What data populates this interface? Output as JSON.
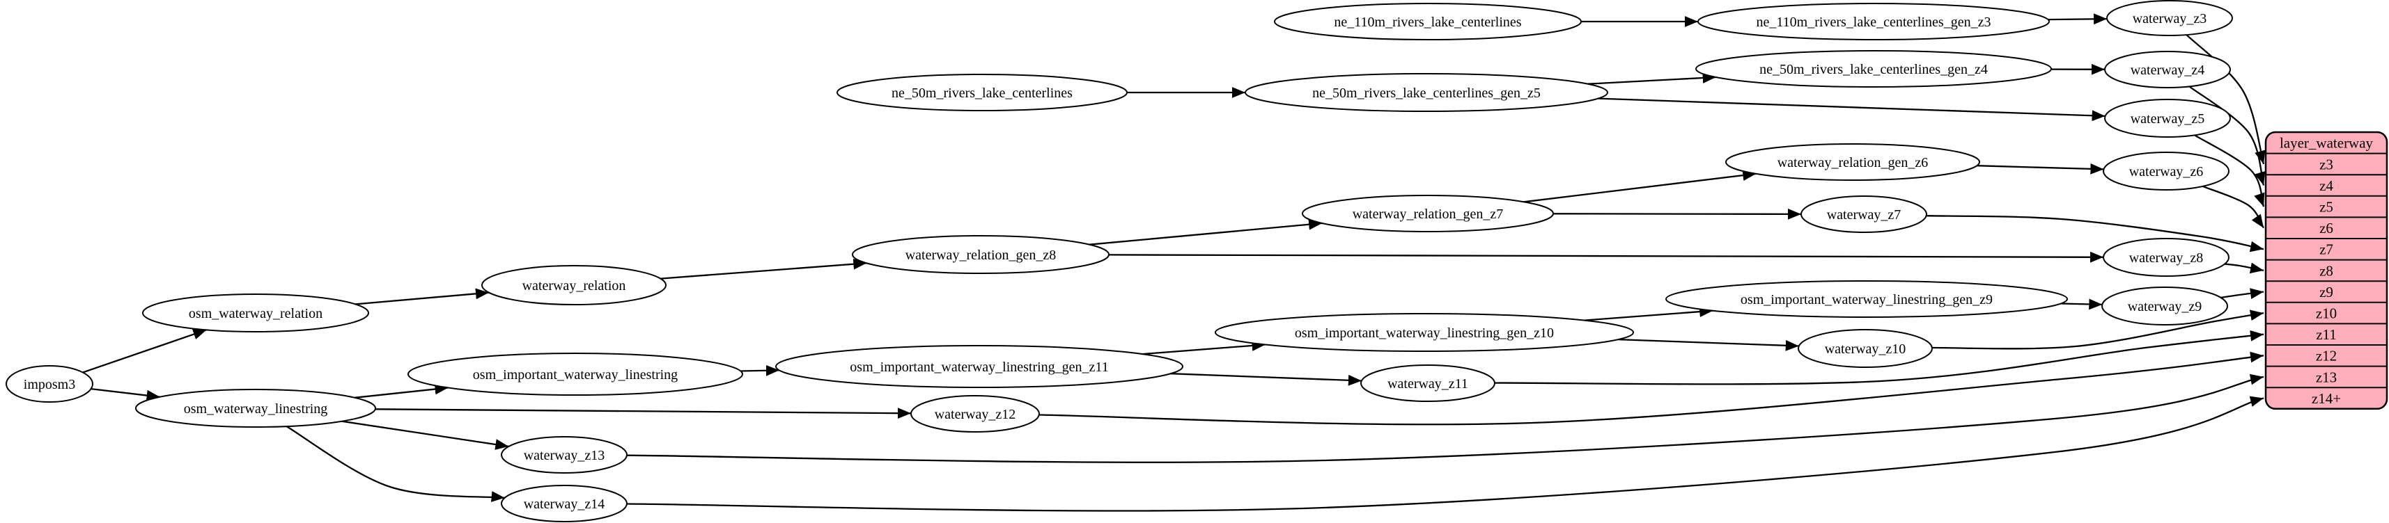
{
  "diagram": {
    "background": "#ffffff",
    "node_fill": "#ffffff",
    "node_stroke": "#000000",
    "edge_color": "#000000",
    "text_color": "#000000"
  },
  "nodes": [
    {
      "id": "imposm3",
      "label": "imposm3"
    },
    {
      "id": "osm_waterway_relation",
      "label": "osm_waterway_relation"
    },
    {
      "id": "osm_waterway_linestring",
      "label": "osm_waterway_linestring"
    },
    {
      "id": "waterway_relation",
      "label": "waterway_relation"
    },
    {
      "id": "waterway_relation_gen_z8",
      "label": "waterway_relation_gen_z8"
    },
    {
      "id": "waterway_relation_gen_z7",
      "label": "waterway_relation_gen_z7"
    },
    {
      "id": "waterway_relation_gen_z6",
      "label": "waterway_relation_gen_z6"
    },
    {
      "id": "ne_110m_rivers_lake_centerlines",
      "label": "ne_110m_rivers_lake_centerlines"
    },
    {
      "id": "ne_110m_rivers_lake_centerlines_gen_z3",
      "label": "ne_110m_rivers_lake_centerlines_gen_z3"
    },
    {
      "id": "ne_50m_rivers_lake_centerlines",
      "label": "ne_50m_rivers_lake_centerlines"
    },
    {
      "id": "ne_50m_rivers_lake_centerlines_gen_z5",
      "label": "ne_50m_rivers_lake_centerlines_gen_z5"
    },
    {
      "id": "ne_50m_rivers_lake_centerlines_gen_z4",
      "label": "ne_50m_rivers_lake_centerlines_gen_z4"
    },
    {
      "id": "osm_important_waterway_linestring",
      "label": "osm_important_waterway_linestring"
    },
    {
      "id": "osm_important_waterway_linestring_gen_z11",
      "label": "osm_important_waterway_linestring_gen_z11"
    },
    {
      "id": "osm_important_waterway_linestring_gen_z10",
      "label": "osm_important_waterway_linestring_gen_z10"
    },
    {
      "id": "osm_important_waterway_linestring_gen_z9",
      "label": "osm_important_waterway_linestring_gen_z9"
    },
    {
      "id": "waterway_z3",
      "label": "waterway_z3"
    },
    {
      "id": "waterway_z4",
      "label": "waterway_z4"
    },
    {
      "id": "waterway_z5",
      "label": "waterway_z5"
    },
    {
      "id": "waterway_z6",
      "label": "waterway_z6"
    },
    {
      "id": "waterway_z7",
      "label": "waterway_z7"
    },
    {
      "id": "waterway_z8",
      "label": "waterway_z8"
    },
    {
      "id": "waterway_z9",
      "label": "waterway_z9"
    },
    {
      "id": "waterway_z10",
      "label": "waterway_z10"
    },
    {
      "id": "waterway_z11",
      "label": "waterway_z11"
    },
    {
      "id": "waterway_z12",
      "label": "waterway_z12"
    },
    {
      "id": "waterway_z13",
      "label": "waterway_z13"
    },
    {
      "id": "waterway_z14",
      "label": "waterway_z14"
    }
  ],
  "table": {
    "title": "layer_waterway",
    "rows": [
      "z3",
      "z4",
      "z5",
      "z6",
      "z7",
      "z8",
      "z9",
      "z10",
      "z11",
      "z12",
      "z13",
      "z14+"
    ],
    "fill": "#ffaebc",
    "stroke": "#000000"
  },
  "edges": [
    {
      "from": "imposm3",
      "to": "osm_waterway_relation"
    },
    {
      "from": "imposm3",
      "to": "osm_waterway_linestring"
    },
    {
      "from": "osm_waterway_relation",
      "to": "waterway_relation"
    },
    {
      "from": "waterway_relation",
      "to": "waterway_relation_gen_z8"
    },
    {
      "from": "waterway_relation_gen_z8",
      "to": "waterway_relation_gen_z7"
    },
    {
      "from": "waterway_relation_gen_z8",
      "to": "waterway_z8"
    },
    {
      "from": "waterway_relation_gen_z7",
      "to": "waterway_relation_gen_z6"
    },
    {
      "from": "waterway_relation_gen_z7",
      "to": "waterway_z7"
    },
    {
      "from": "waterway_relation_gen_z6",
      "to": "waterway_z6"
    },
    {
      "from": "ne_110m_rivers_lake_centerlines",
      "to": "ne_110m_rivers_lake_centerlines_gen_z3"
    },
    {
      "from": "ne_110m_rivers_lake_centerlines_gen_z3",
      "to": "waterway_z3"
    },
    {
      "from": "ne_50m_rivers_lake_centerlines",
      "to": "ne_50m_rivers_lake_centerlines_gen_z5"
    },
    {
      "from": "ne_50m_rivers_lake_centerlines_gen_z5",
      "to": "ne_50m_rivers_lake_centerlines_gen_z4"
    },
    {
      "from": "ne_50m_rivers_lake_centerlines_gen_z5",
      "to": "waterway_z5"
    },
    {
      "from": "ne_50m_rivers_lake_centerlines_gen_z4",
      "to": "waterway_z4"
    },
    {
      "from": "osm_waterway_linestring",
      "to": "osm_important_waterway_linestring"
    },
    {
      "from": "osm_important_waterway_linestring",
      "to": "osm_important_waterway_linestring_gen_z11"
    },
    {
      "from": "osm_important_waterway_linestring_gen_z11",
      "to": "osm_important_waterway_linestring_gen_z10"
    },
    {
      "from": "osm_important_waterway_linestring_gen_z11",
      "to": "waterway_z11"
    },
    {
      "from": "osm_important_waterway_linestring_gen_z10",
      "to": "osm_important_waterway_linestring_gen_z9"
    },
    {
      "from": "osm_important_waterway_linestring_gen_z10",
      "to": "waterway_z10"
    },
    {
      "from": "osm_important_waterway_linestring_gen_z9",
      "to": "waterway_z9"
    },
    {
      "from": "osm_waterway_linestring",
      "to": "waterway_z12"
    },
    {
      "from": "osm_waterway_linestring",
      "to": "waterway_z13"
    },
    {
      "from": "osm_waterway_linestring",
      "to": "waterway_z14"
    },
    {
      "from": "waterway_z3",
      "to": "layer_waterway",
      "row": "z3"
    },
    {
      "from": "waterway_z4",
      "to": "layer_waterway",
      "row": "z4"
    },
    {
      "from": "waterway_z5",
      "to": "layer_waterway",
      "row": "z5"
    },
    {
      "from": "waterway_z6",
      "to": "layer_waterway",
      "row": "z6"
    },
    {
      "from": "waterway_z7",
      "to": "layer_waterway",
      "row": "z7"
    },
    {
      "from": "waterway_z8",
      "to": "layer_waterway",
      "row": "z8"
    },
    {
      "from": "waterway_z9",
      "to": "layer_waterway",
      "row": "z9"
    },
    {
      "from": "waterway_z10",
      "to": "layer_waterway",
      "row": "z10"
    },
    {
      "from": "waterway_z11",
      "to": "layer_waterway",
      "row": "z11"
    },
    {
      "from": "waterway_z12",
      "to": "layer_waterway",
      "row": "z12"
    },
    {
      "from": "waterway_z13",
      "to": "layer_waterway",
      "row": "z13"
    },
    {
      "from": "waterway_z14",
      "to": "layer_waterway",
      "row": "z14+"
    }
  ]
}
